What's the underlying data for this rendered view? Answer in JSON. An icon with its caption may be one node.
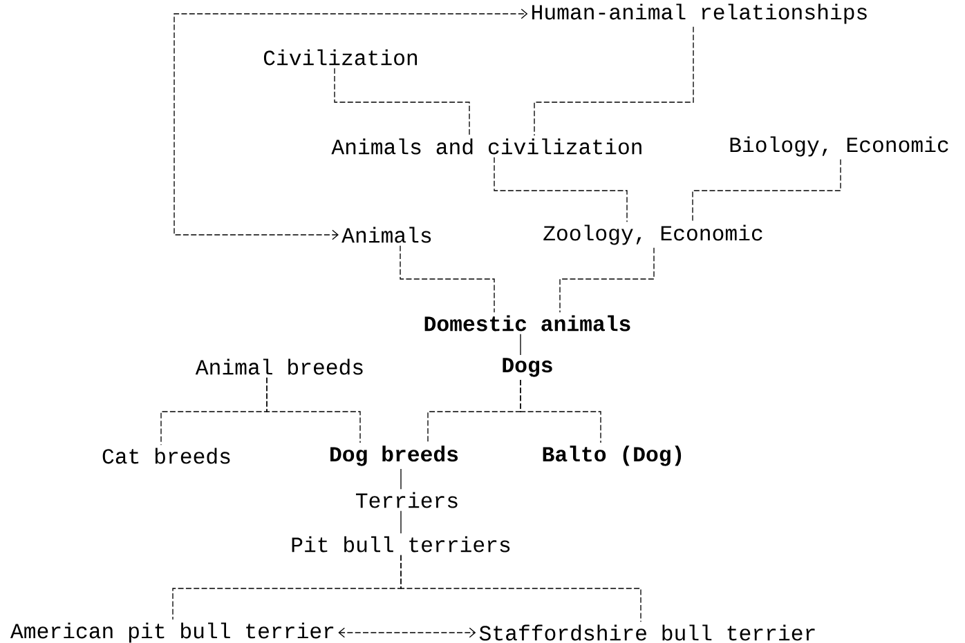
{
  "diagram": {
    "nodes": [
      {
        "text": [
          "Human-animal relationships"
        ]
      },
      {
        "text": [
          "Civilization"
        ]
      },
      {
        "text": [
          "Animals and civilization"
        ]
      },
      {
        "text": [
          "Biology, Economic"
        ]
      },
      {
        "text": [
          "Animals"
        ]
      },
      {
        "text": [
          "Zoology, Economic"
        ]
      },
      {
        "text": [
          "Domestic animals"
        ]
      },
      {
        "text": [
          "Animal breeds"
        ]
      },
      {
        "text": [
          "Dogs"
        ]
      },
      {
        "text": [
          "Cat breeds"
        ]
      },
      {
        "text": [
          "Dog breeds"
        ]
      },
      {
        "text": [
          "Balto (Dog)"
        ]
      },
      {
        "text": [
          "Terriers"
        ]
      },
      {
        "text": [
          "Pit bull terriers"
        ]
      },
      {
        "text": [
          "American pit bull terrier"
        ]
      },
      {
        "text": [
          "Staffordshire bull terrier"
        ]
      }
    ],
    "edges": [
      {
        "from": 4,
        "to": 0,
        "arrow": "both",
        "style": "dashed"
      },
      {
        "from": 1,
        "to": 2,
        "arrow": "none",
        "style": "dashed"
      },
      {
        "from": 0,
        "to": 2,
        "arrow": "none",
        "style": "dashed"
      },
      {
        "from": 2,
        "to": 5,
        "arrow": "none",
        "style": "dashed"
      },
      {
        "from": 3,
        "to": 5,
        "arrow": "none",
        "style": "dashed"
      },
      {
        "from": 4,
        "to": 6,
        "arrow": "none",
        "style": "dashed"
      },
      {
        "from": 5,
        "to": 6,
        "arrow": "none",
        "style": "dashed"
      },
      {
        "from": 6,
        "to": 8,
        "arrow": "none"
      },
      {
        "from": 7,
        "to": 9,
        "arrow": "none",
        "style": "dashed"
      },
      {
        "from": 7,
        "to": 10,
        "arrow": "none",
        "style": "dashed"
      },
      {
        "from": 8,
        "to": 10,
        "arrow": "none",
        "style": "dashed"
      },
      {
        "from": 8,
        "to": 11,
        "arrow": "none",
        "style": "dashed"
      },
      {
        "from": 10,
        "to": 12,
        "arrow": "none"
      },
      {
        "from": 12,
        "to": 13,
        "arrow": "none"
      },
      {
        "from": 13,
        "to": 14,
        "arrow": "none",
        "style": "dashed"
      },
      {
        "from": 13,
        "to": 15,
        "arrow": "none",
        "style": "dashed"
      },
      {
        "from": 14,
        "to": 15,
        "arrow": "both",
        "style": "dashed"
      }
    ]
  }
}
